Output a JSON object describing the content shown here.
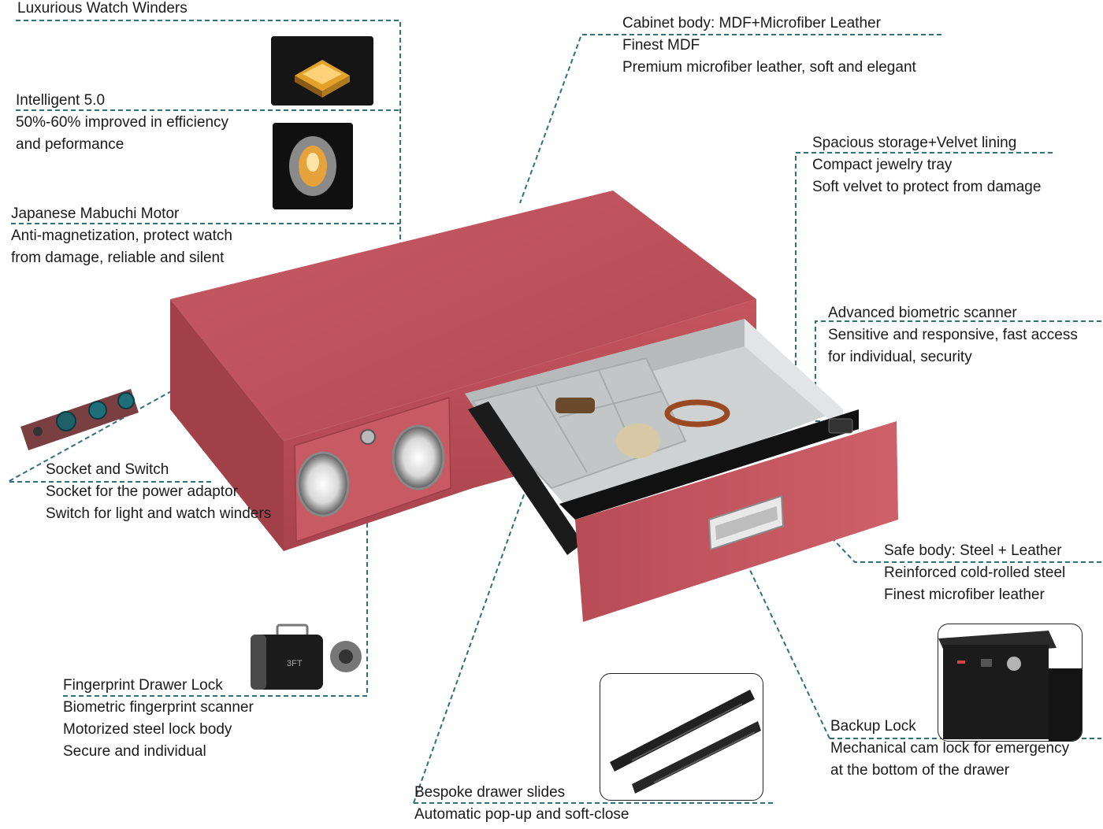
{
  "brand": "3FT",
  "colors": {
    "leader": "#2f6f7f",
    "leather": "#c4545e",
    "leather_dark": "#9e3d47",
    "velvet": "#cfd2d3",
    "panel": "#111111",
    "accent_teal": "#1f6f7a"
  },
  "callouts": {
    "watch_winders": {
      "title": "Luxurious Watch Winders"
    },
    "intelligent": {
      "title": "Intelligent 5.0",
      "lines": [
        "50%-60% improved in efficiency",
        "and peformance"
      ]
    },
    "motor": {
      "title": "Japanese Mabuchi Motor",
      "lines": [
        "Anti-magnetization, protect watch",
        "from damage, reliable and silent"
      ]
    },
    "cabinet": {
      "title": "Cabinet body: MDF+Microfiber Leather",
      "lines": [
        "Finest MDF",
        "Premium microfiber leather, soft and elegant"
      ]
    },
    "storage": {
      "title": "Spacious storage+Velvet lining",
      "lines": [
        "Compact jewelry tray",
        "Soft velvet to protect from damage"
      ]
    },
    "biometric": {
      "title": "Advanced biometric scanner",
      "lines": [
        "Sensitive and responsive, fast access",
        "for individual, security"
      ]
    },
    "socket": {
      "title": "Socket and Switch",
      "lines": [
        "Socket for the power adaptor",
        "Switch for light and watch winders"
      ]
    },
    "safe_body": {
      "title": "Safe body: Steel + Leather",
      "lines": [
        "Reinforced cold-rolled steel",
        "Finest microfiber leather"
      ]
    },
    "fingerprint": {
      "title": "Fingerprint Drawer Lock",
      "lines": [
        "Biometric fingerprint scanner",
        "Motorized steel lock body",
        "Secure and individual"
      ]
    },
    "backup": {
      "title": "Backup Lock",
      "lines": [
        "Mechanical cam lock for emergency",
        "at the bottom of the drawer"
      ]
    },
    "slides": {
      "title": "Bespoke drawer slides",
      "lines": [
        "Automatic pop-up and soft-close"
      ]
    }
  },
  "icons": {
    "chip": "chip-icon",
    "motor": "motor-icon",
    "switch": "switch-panel-icon",
    "lock": "fingerprint-lock-icon",
    "slides": "drawer-slides-icon",
    "backup": "backup-lock-icon"
  }
}
